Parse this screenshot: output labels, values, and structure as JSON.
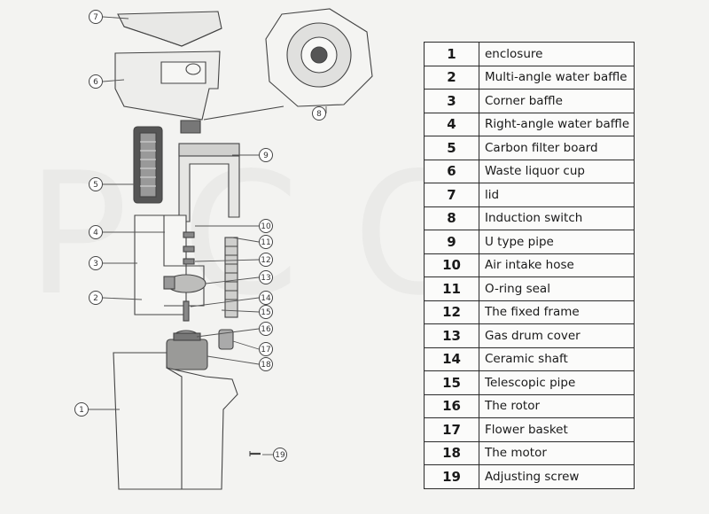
{
  "watermark": "P C O",
  "callouts": [
    {
      "number": "7"
    },
    {
      "number": "6"
    },
    {
      "number": "8"
    },
    {
      "number": "5"
    },
    {
      "number": "9"
    },
    {
      "number": "4"
    },
    {
      "number": "10"
    },
    {
      "number": "11"
    },
    {
      "number": "3"
    },
    {
      "number": "12"
    },
    {
      "number": "13"
    },
    {
      "number": "2"
    },
    {
      "number": "14"
    },
    {
      "number": "15"
    },
    {
      "number": "16"
    },
    {
      "number": "17"
    },
    {
      "number": "18"
    },
    {
      "number": "1"
    },
    {
      "number": "19"
    }
  ],
  "parts": [
    {
      "number": "1",
      "name": "enclosure"
    },
    {
      "number": "2",
      "name": "Multi-angle water baffle"
    },
    {
      "number": "3",
      "name": "Corner baffle"
    },
    {
      "number": "4",
      "name": "Right-angle water baffle"
    },
    {
      "number": "5",
      "name": "Carbon filter board"
    },
    {
      "number": "6",
      "name": "Waste liquor cup"
    },
    {
      "number": "7",
      "name": "lid"
    },
    {
      "number": "8",
      "name": "Induction switch"
    },
    {
      "number": "9",
      "name": "U type pipe"
    },
    {
      "number": "10",
      "name": "Air intake hose"
    },
    {
      "number": "11",
      "name": "O-ring seal"
    },
    {
      "number": "12",
      "name": "The fixed frame"
    },
    {
      "number": "13",
      "name": "Gas drum cover"
    },
    {
      "number": "14",
      "name": "Ceramic shaft"
    },
    {
      "number": "15",
      "name": "Telescopic pipe"
    },
    {
      "number": "16",
      "name": "The rotor"
    },
    {
      "number": "17",
      "name": "Flower basket"
    },
    {
      "number": "18",
      "name": "The motor"
    },
    {
      "number": "19",
      "name": "Adjusting screw"
    }
  ]
}
